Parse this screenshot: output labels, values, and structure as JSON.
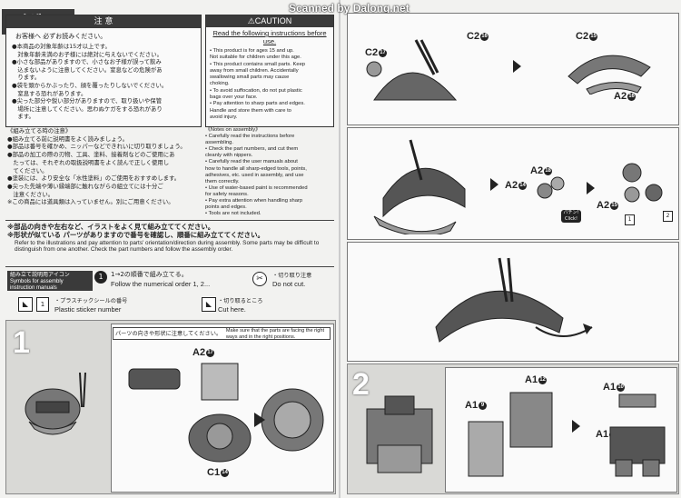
{
  "scan_credit": "Scanned by Dalong.net",
  "logo_text": "玖造屋",
  "jp_caution": {
    "header": "注 意",
    "subtitle": "お客様へ 必ずお読みください。",
    "lines": [
      "●本商品の対象年齢は15才以上です。",
      "　対象年齢未満のお子様には絶対に与えないでください。",
      "●小さな部品がありますので、小さなお子様が誤って飲み",
      "　込まないように注意してください。窒息などの危険があ",
      "　ります。",
      "●袋を頭からかぶったり、顔を覆ったりしないでください。",
      "　窒息する恐れがあります。",
      "●尖った部分や鋭い部分がありますので、取り扱いや保管",
      "　場所に注意してください。思わぬケガをする恐れがあり",
      "　ます。"
    ]
  },
  "en_caution": {
    "header": "⚠CAUTION",
    "subtitle": "Read the following instructions before use.",
    "lines": [
      "• This product is for ages 15 and up.",
      "  Not suitable for children under this age.",
      "• This product contains small parts. Keep",
      "  away from small children. Accidentally",
      "  swallowing small parts may cause",
      "  choking.",
      "• To avoid suffocation, do not put plastic",
      "  bags over your face.",
      "• Pay attention to sharp parts and edges.",
      "  Handle and store them with care to",
      "  avoid injury."
    ]
  },
  "assembly_jp": {
    "title": "《組み立てる時の注意》",
    "lines": [
      "●組み立てる前に説明書をよく読みましょう。",
      "●部品は番号を確かめ、ニッパーなどできれいに切り取りましょう。",
      "●部品の加工の際の刃物、工具、塗料、接着剤などのご使用にあ",
      "　たっては、それぞれの取扱説明書をよく読んで正しく使用し",
      "　てください。",
      "●塗装には、より安全な「水性塗料」のご使用をおすすめします。",
      "●尖った先端や薄い縁端部に触れながらの組立てには十分ご",
      "　注意ください。",
      "※この商品には道具類は入っていません。別にご用意ください。"
    ]
  },
  "assembly_en": {
    "title": "《Notes on assembly》",
    "lines": [
      "• Carefully read the instructions before",
      "  assembling.",
      "• Check the part numbers, and cut them",
      "  cleanly with nippers.",
      "• Carefully read the user manuals about",
      "  how to handle all sharp-edged tools, points,",
      "  adhesives, etc. used in assembly, and use",
      "  them correctly.",
      "• Use of water-based paint is recommended",
      "  for safety reasons.",
      "• Pay extra attention when handling sharp",
      "  points and edges.",
      "• Tools are not included."
    ]
  },
  "notice": {
    "jp1": "※部品の向きや左右など、イラストをよく見て組み立ててください。",
    "jp2": "※形状が似ている パーツがありますので番号を確認し、順番に組み立ててください。",
    "en": "Refer to the illustrations and pay attention to parts' orientation/direction during assembly. Some parts may be difficult to distinguish from one another. Check the part numbers and follow the assembly order."
  },
  "icons_section": {
    "label_jp": "組み立て説明用アイコン",
    "label_en1": "Symbols for assembly",
    "label_en2": "instruction manuals",
    "order_icon": "1",
    "order_jp": "1→2の順番で組み立てる。",
    "order_en": "Follow the numerical order 1, 2...",
    "cut_icon_name": "scissors-icon",
    "cut_icon_glyph": "✂",
    "cut_jp": "・切り取り注意",
    "cut_en": "Do not cut.",
    "sticker_icon_glyph": "◣",
    "sticker_num": "1",
    "sticker_jp": "・プラスチックシールの番号",
    "sticker_en": "Plastic sticker number",
    "cuthere_icon_glyph": "◣",
    "cuthere_jp": "・切り取るところ",
    "cuthere_en": "Cut here."
  },
  "step1": {
    "number": "1",
    "note_jp": "パーツの向きや形状に注意してください。",
    "note_en": "Make sure that the parts are facing the right ways and in the right positions.",
    "parts": [
      {
        "runner": "A2",
        "num": "17"
      },
      {
        "runner": "C1",
        "num": "14"
      }
    ]
  },
  "panel_top": {
    "parts": [
      {
        "runner": "C2",
        "num": "16"
      },
      {
        "runner": "C2",
        "num": "17"
      },
      {
        "runner": "C2",
        "num": "15"
      },
      {
        "runner": "A2",
        "num": "16"
      }
    ]
  },
  "panel_mid": {
    "parts": [
      {
        "runner": "A2",
        "num": "18"
      },
      {
        "runner": "A2",
        "num": "14"
      },
      {
        "runner": "A2",
        "num": "15"
      }
    ],
    "click_jp": "パチン!",
    "click_en": "Click!",
    "sticker_a": "1",
    "sticker_b": "2"
  },
  "step2": {
    "number": "2",
    "parts": [
      {
        "runner": "A1",
        "num": "12"
      },
      {
        "runner": "A1",
        "num": "9"
      },
      {
        "runner": "A1",
        "num": "10"
      },
      {
        "runner": "A1",
        "num": "13"
      }
    ]
  }
}
